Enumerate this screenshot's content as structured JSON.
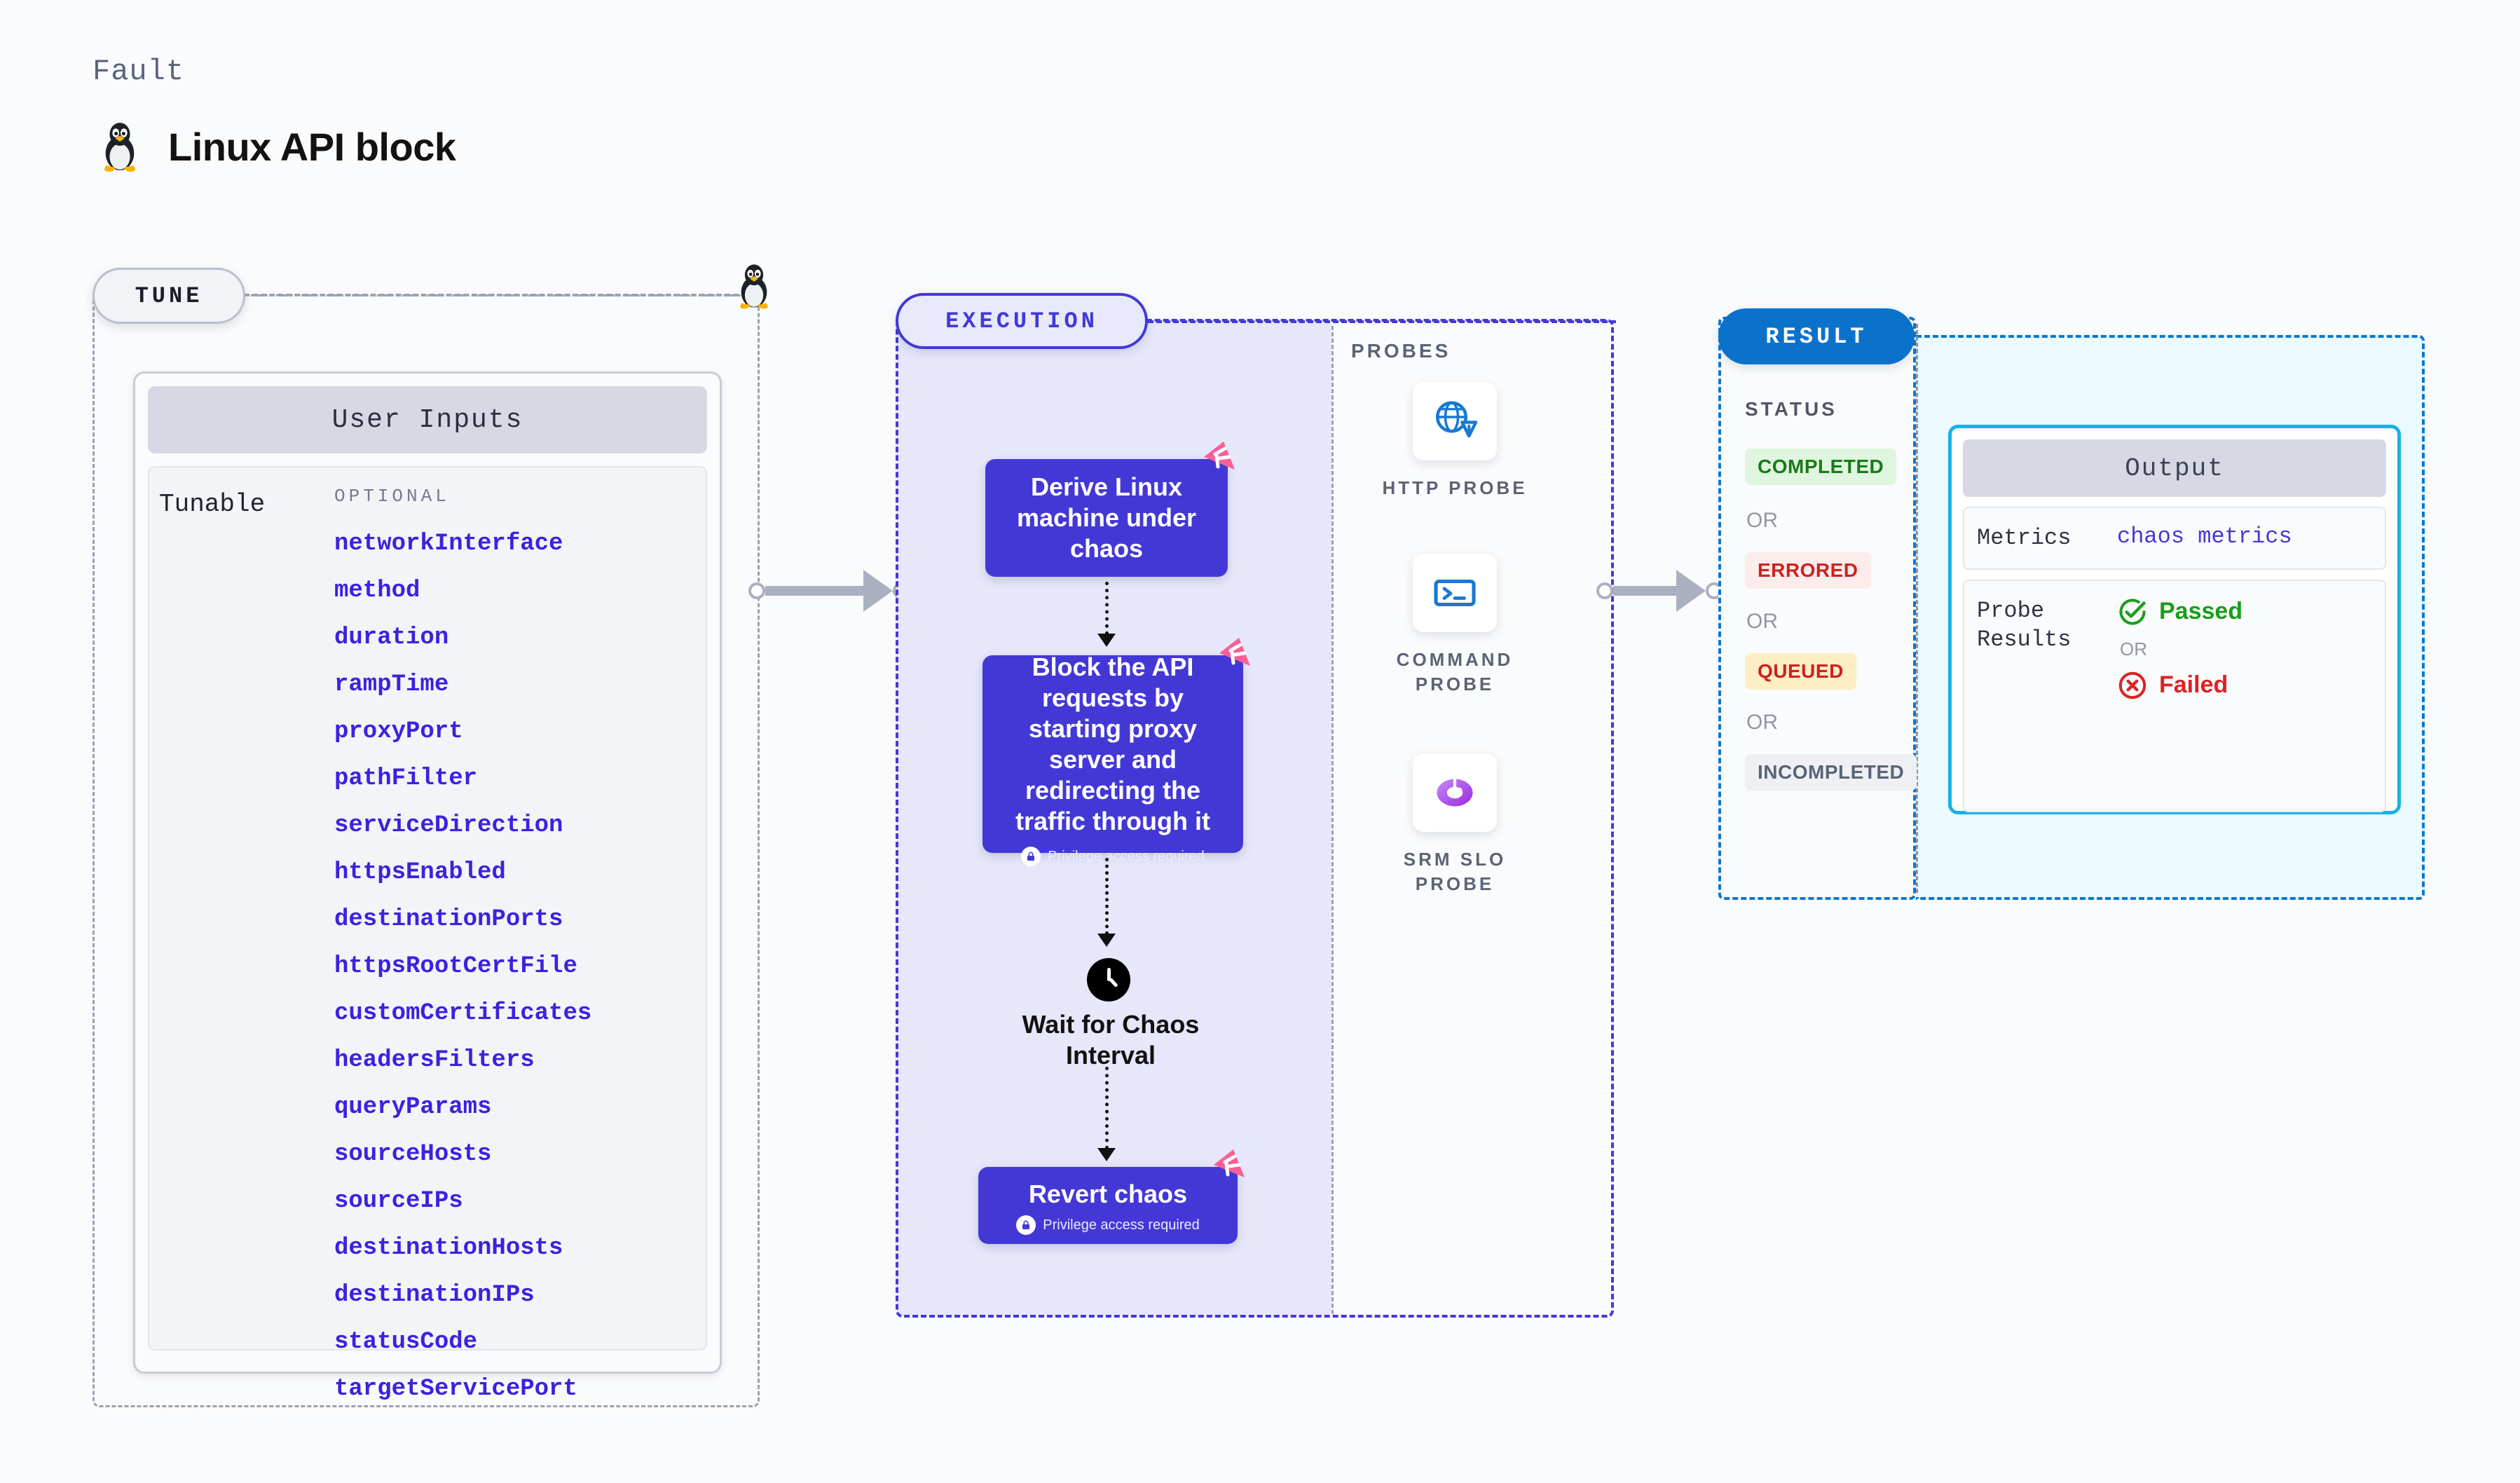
{
  "header": {
    "eyebrow": "Fault",
    "title": "Linux API block",
    "icon": "linux-penguin-icon"
  },
  "tune": {
    "pill_label": "TUNE",
    "card_title": "User Inputs",
    "row_label": "Tunable",
    "optional_label": "OPTIONAL",
    "params": [
      "networkInterface",
      "method",
      "duration",
      "rampTime",
      "proxyPort",
      "pathFilter",
      "serviceDirection",
      "httpsEnabled",
      "destinationPorts",
      "httpsRootCertFile",
      "customCertificates",
      "headersFilters",
      "queryParams",
      "sourceHosts",
      "sourceIPs",
      "destinationHosts",
      "destinationIPs",
      "statusCode",
      "targetServicePort"
    ]
  },
  "execution": {
    "pill_label": "EXECUTION",
    "privilege_note": "Privilege access required",
    "nodes": [
      {
        "label": "Derive Linux machine under chaos",
        "privileged": false
      },
      {
        "label": "Block the API requests by starting proxy server and redirecting the traffic through it",
        "privileged": true
      },
      {
        "label": "Wait for Chaos Interval",
        "privileged": false
      },
      {
        "label": "Revert chaos",
        "privileged": true
      }
    ]
  },
  "probes": {
    "section_label": "PROBES",
    "items": [
      {
        "caption": "HTTP PROBE",
        "icon": "globe-warning-icon"
      },
      {
        "caption": "COMMAND PROBE",
        "icon": "terminal-icon"
      },
      {
        "caption": "SRM SLO PROBE",
        "icon": "slo-donut-check-icon"
      }
    ]
  },
  "result": {
    "pill_label": "RESULT",
    "status_label": "STATUS",
    "or_label": "OR",
    "statuses": [
      {
        "text": "COMPLETED",
        "bg": "#dff5df",
        "fg": "#1a7a1a"
      },
      {
        "text": "ERRORED",
        "bg": "#fdecec",
        "fg": "#cc2222"
      },
      {
        "text": "QUEUED",
        "bg": "#fdeec4",
        "fg": "#cc2222"
      },
      {
        "text": "INCOMPLETED",
        "bg": "#eef0f4",
        "fg": "#5b6476"
      }
    ],
    "output": {
      "title": "Output",
      "metrics_key": "Metrics",
      "metrics_value": "chaos metrics",
      "probe_key": "Probe Results",
      "passed_label": "Passed",
      "failed_label": "Failed",
      "or_label": "OR",
      "passed_color": "#1a9e1a",
      "failed_color": "#dd2222"
    }
  },
  "colors": {
    "accent_indigo": "#4338d6",
    "accent_blue": "#0b72cc",
    "accent_cyan": "#19b2e6",
    "badge_pink": "#fa5f96"
  }
}
